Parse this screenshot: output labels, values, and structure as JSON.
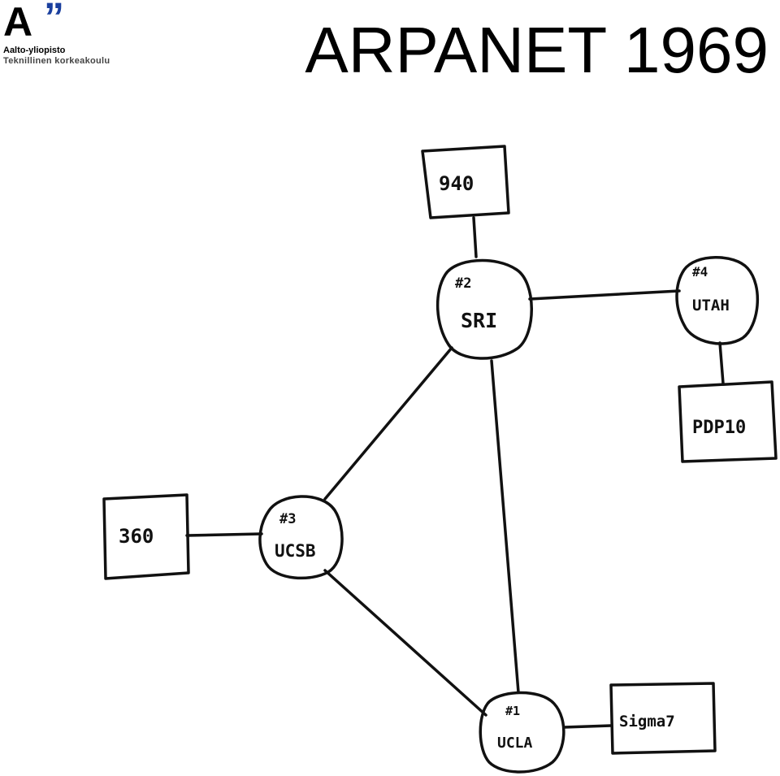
{
  "logo": {
    "mark": "A",
    "quote": "”",
    "line1": "Aalto-yliopisto",
    "line2": "Teknillinen korkeakoulu"
  },
  "title": "ARPANET 1969",
  "nodes": {
    "sri": {
      "number": "#2",
      "name": "SRI"
    },
    "utah": {
      "number": "#4",
      "name": "UTAH"
    },
    "ucsb": {
      "number": "#3",
      "name": "UCSB"
    },
    "ucla": {
      "number": "#1",
      "name": "UCLA"
    }
  },
  "hosts": {
    "h940": "940",
    "pdp10": "PDP10",
    "h360": "360",
    "sigma7": "Sigma7"
  }
}
